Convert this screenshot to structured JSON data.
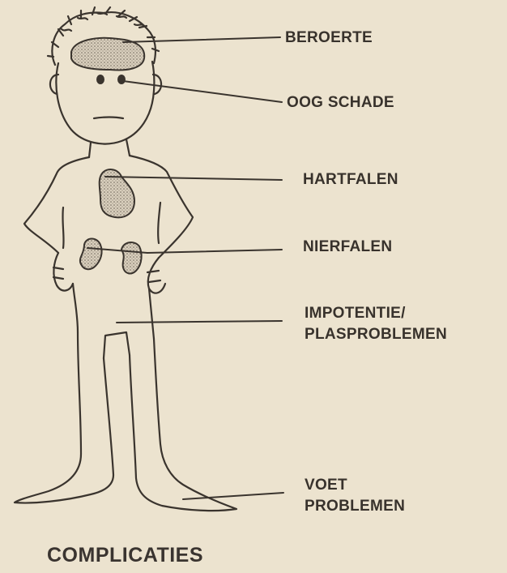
{
  "labels": {
    "stroke": "BEROERTE",
    "eye": "OOG SCHADE",
    "heart": "HARTFALEN",
    "kidney": "NIERFALEN",
    "impotence_line1": "IMPOTENTIE/",
    "impotence_line2": "PLASPROBLEMEN",
    "foot_line1": "VOET",
    "foot_line2": "PROBLEMEN"
  },
  "caption": "COMPLICATIES",
  "colors": {
    "background": "#ece3cf",
    "ink": "#3a342e",
    "organ_fill": "#c9bfb0"
  }
}
